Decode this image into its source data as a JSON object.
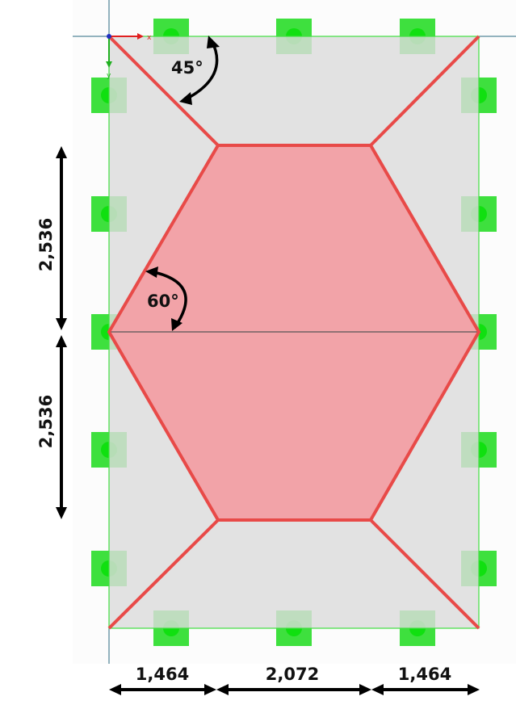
{
  "angles": {
    "top": "45°",
    "side": "60°"
  },
  "dimensions": {
    "vertical": [
      "2,536",
      "2,536"
    ],
    "horizontal": [
      "1,464",
      "2,072",
      "1,464"
    ]
  },
  "axes": {
    "x_label": "x",
    "y_label": "y"
  },
  "colors": {
    "plate": "#dcdcdc",
    "hexagon_fill": "#f2a3a8",
    "edge": "#e84a48",
    "support": "#3ee03e",
    "x_axis": "#e02020",
    "y_axis": "#20b020"
  }
}
